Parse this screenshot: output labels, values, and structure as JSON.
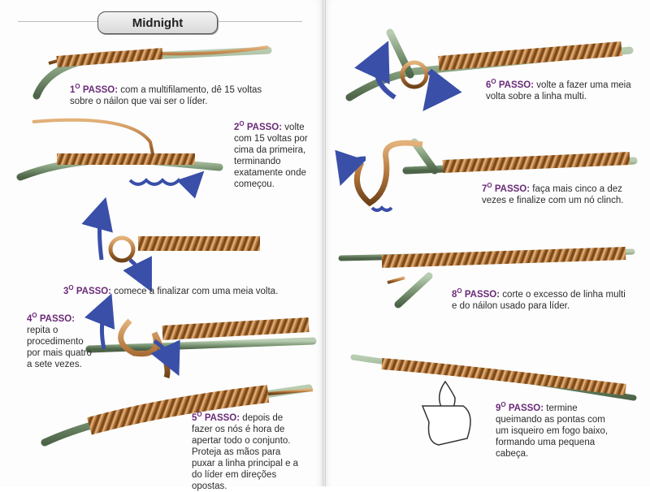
{
  "title": "Midnight",
  "steps": [
    {
      "num": "1",
      "ord": "O",
      "label": "PASSO:",
      "text": "com a multifilamento, dê 15 voltas sobre o náilon que vai ser o líder."
    },
    {
      "num": "2",
      "ord": "O",
      "label": "PASSO:",
      "text": "volte com 15 voltas por cima da primeira, terminando exatamente onde começou."
    },
    {
      "num": "3",
      "ord": "O",
      "label": "PASSO:",
      "text": "comece a finalizar com uma meia volta."
    },
    {
      "num": "4",
      "ord": "O",
      "label": "PASSO:",
      "text": "repita o procedimento por mais quatro a sete vezes."
    },
    {
      "num": "5",
      "ord": "O",
      "label": "PASSO:",
      "text": "depois de fazer os nós é hora de apertar todo o conjunto. Proteja as mãos para puxar a linha principal e a do líder em direções opostas."
    },
    {
      "num": "6",
      "ord": "O",
      "label": "PASSO:",
      "text": "volte a fazer uma meia volta sobre a linha multi."
    },
    {
      "num": "7",
      "ord": "O",
      "label": "PASSO:",
      "text": "faça mais cinco a dez vezes e finalize com um nó clinch."
    },
    {
      "num": "8",
      "ord": "O",
      "label": "PASSO:",
      "text": "corte o excesso de linha multi e do náilon usado para líder."
    },
    {
      "num": "9",
      "ord": "O",
      "label": "PASSO:",
      "text": "termine queimando as pontas com um isqueiro em fogo baixo, formando uma pequena cabeça."
    }
  ],
  "colors": {
    "accent": "#6a2a78",
    "rope": "#b5783e",
    "leader": "#7f9a78",
    "arrow": "#3a4fa8"
  }
}
